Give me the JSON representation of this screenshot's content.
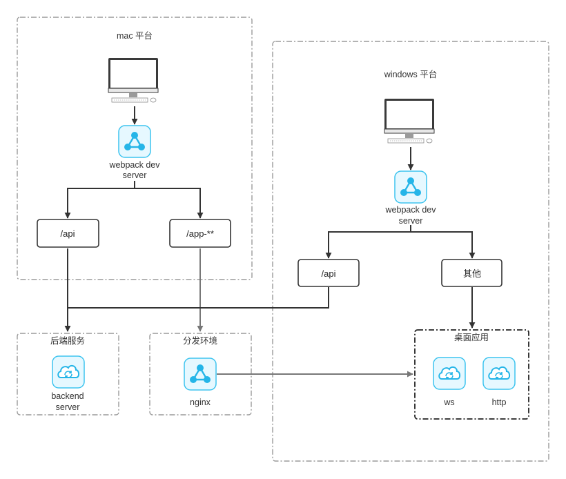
{
  "mac": {
    "title": "mac 平台",
    "webpack_line1": "webpack dev",
    "webpack_line2": "server",
    "api": "/api",
    "app": "/app-**"
  },
  "windows": {
    "title": "windows 平台",
    "webpack_line1": "webpack dev",
    "webpack_line2": "server",
    "api": "/api",
    "other": "其他"
  },
  "backend": {
    "title": "后端服务",
    "label_line1": "backend",
    "label_line2": "server"
  },
  "distribution": {
    "title": "分发环境",
    "label": "nginx"
  },
  "desktop": {
    "title": "桌面应用",
    "ws": "ws",
    "http": "http"
  },
  "colors": {
    "icon_fill": "#e6f8ff",
    "icon_stroke": "#3dc4ef",
    "icon_accent": "#25b5e8",
    "dark_line": "#333333",
    "gray_line": "#777777"
  }
}
